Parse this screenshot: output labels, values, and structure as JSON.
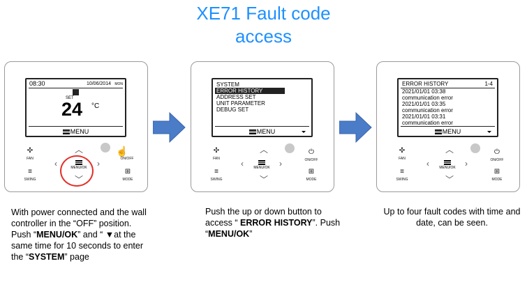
{
  "title": {
    "line1": "XE71 Fault code",
    "line2": "access",
    "color": "#1e90ff"
  },
  "panel1": {
    "time": "08:30",
    "date": "10/06/2014",
    "day": "MON",
    "set_label": "SET",
    "temperature": "24",
    "unit": "°C",
    "menu_label": "MENU"
  },
  "panel2": {
    "items": [
      "SYSTEM",
      "ERROR HISTORY",
      "ADDRESS SET",
      "UNIT PARAMETER",
      "DEBUG SET"
    ],
    "highlighted_item": "ERROR HISTORY",
    "menu_label": "MENU"
  },
  "panel3": {
    "title": "ERROR HISTORY",
    "page": "1-4",
    "entries": [
      {
        "datetime": "2021/01/01  03:38",
        "message": "communication error"
      },
      {
        "datetime": "2021/01/01  03:35",
        "message": "communication error"
      },
      {
        "datetime": "2021/01/01  03:31",
        "message": "communication error"
      }
    ],
    "menu_label": "MENU"
  },
  "buttons": {
    "fan": "FAN",
    "swing": "SWING",
    "menu_ok": "MENU/OK",
    "on_off": "ON/OFF",
    "mode": "MODE"
  },
  "captions": {
    "c1": {
      "t1": "With power connected and the wall controller in the “OFF” position. Push “",
      "b1": "MENU/OK",
      "t2": "” and “ ▼at the same time for 10 seconds to enter the “",
      "b2": "SYSTEM",
      "t3": "” page"
    },
    "c2": {
      "t1": "Push the up or down button to access “ ",
      "b1": "ERROR HISTORY",
      "t2": "”. Push “",
      "b2": "MENU/OK",
      "t3": "”"
    },
    "c3": {
      "t1": "Up to four fault codes with time and date, can be seen."
    }
  },
  "colors": {
    "arrow": "#4a7cc8",
    "highlight_circle": "#e0322a"
  }
}
